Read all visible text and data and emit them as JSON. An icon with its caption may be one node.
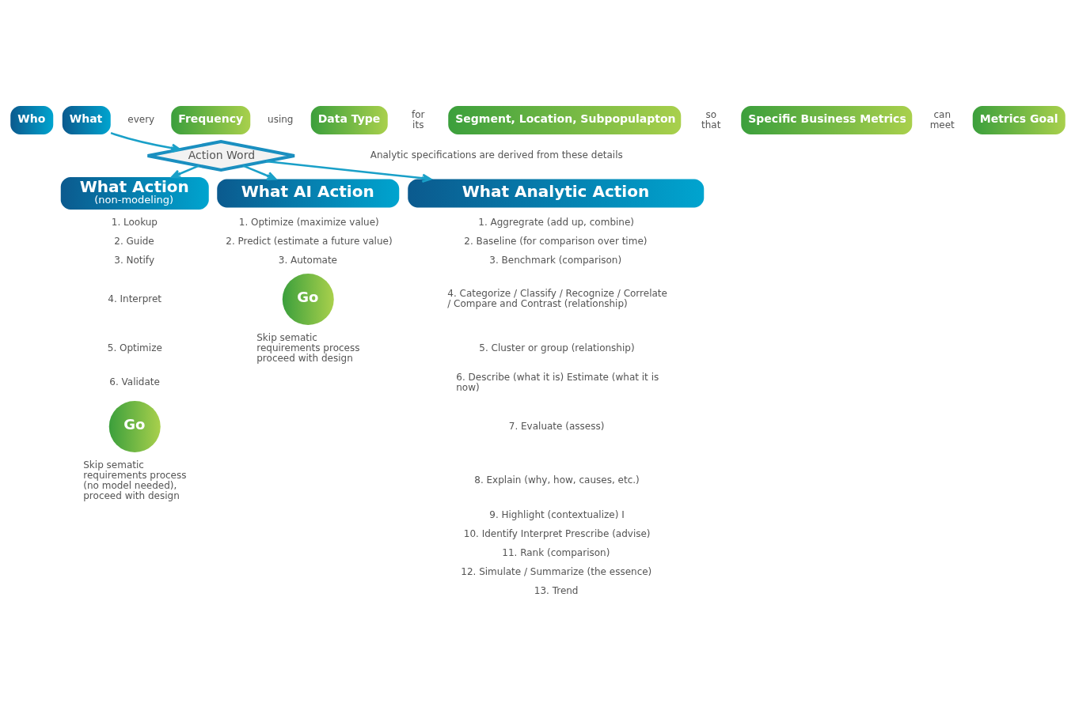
{
  "diagram": {
    "nodes": [
      {
        "text": [
          "Who"
        ]
      },
      {
        "text": [
          "What"
        ]
      },
      {
        "text": [
          "Frequency"
        ]
      },
      {
        "text": [
          "Data Type"
        ]
      },
      {
        "text": [
          "Segment, Location, Subpopulapton"
        ]
      },
      {
        "text": [
          "Specific Business Metrics"
        ]
      },
      {
        "text": [
          "Metrics Goal"
        ]
      },
      {
        "text": [
          "Action Word"
        ]
      },
      {
        "text": [
          "What Action",
          "(non-modeling)"
        ]
      },
      {
        "text": [
          "What AI Action"
        ]
      },
      {
        "text": [
          "What Analytic Action"
        ]
      },
      {
        "text": [
          "Go"
        ]
      },
      {
        "text": [
          "Go"
        ]
      }
    ],
    "edges": [
      {
        "from": 1,
        "to": 7,
        "arrow": "to"
      },
      {
        "from": 7,
        "to": 8,
        "arrow": "to"
      },
      {
        "from": 7,
        "to": 9,
        "arrow": "to"
      },
      {
        "from": 7,
        "to": 10,
        "arrow": "to"
      }
    ],
    "labels": [
      "every",
      "using",
      "for its",
      "so that",
      "can meet",
      "Analytic specifications are derived from these details",
      "1. Lookup",
      "2. Guide",
      "3. Notify",
      "4. Interpret",
      "5. Optimize",
      "6. Validate",
      "1. Optimize (maximize value)",
      "2. Predict (estimate a future value)",
      "3. Automate",
      "1. Aggregrate (add up, combine)",
      "2. Baseline (for comparison over time)",
      "3. Benchmark (comparison)",
      "4. Categorize / Classify / Recognize / Correlate / Compare and Contrast (relationship)",
      "5. Cluster or group (relationship)",
      "6. Describe (what it is) Estimate (what it is now)",
      "7. Evaluate (assess)",
      "8. Explain (why, how, causes, etc.)",
      "9. Highlight (contextualize) I",
      "10. Identify Interpret Prescribe (advise)",
      "11. Rank (comparison)",
      "12. Simulate / Summarize (the essence)",
      "13. Trend",
      "Skip sematic requirements process (no model needed), proceed with design",
      "Skip sematic requirements process proceed with design"
    ]
  }
}
